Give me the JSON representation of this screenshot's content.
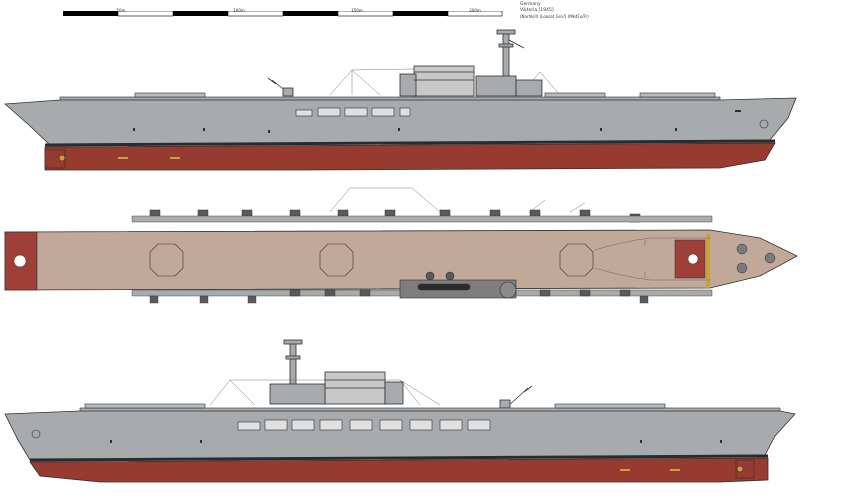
{
  "scale": {
    "ticks": [
      "50m",
      "100m",
      "150m",
      "200m"
    ],
    "colors": [
      "#000000",
      "#ffffff"
    ]
  },
  "caption": {
    "nation": "Germany",
    "ship": "Viktoria [1945]",
    "credit": "(Narhkill) (Loosat Gro?) (Mk4Fu/Fr)"
  },
  "colors": {
    "hull_grey": "#a7abae",
    "bottom_red": "#973a2f",
    "boot_top": "#2b2b2b",
    "deck_wood": "#c2a898",
    "deck_red": "#9e4037",
    "brass": "#c9a03a",
    "outline": "#303030"
  },
  "views": {
    "upper_profile": "port-side-profile",
    "plan": "flight-deck-plan",
    "lower_profile": "starboard-side-profile"
  }
}
